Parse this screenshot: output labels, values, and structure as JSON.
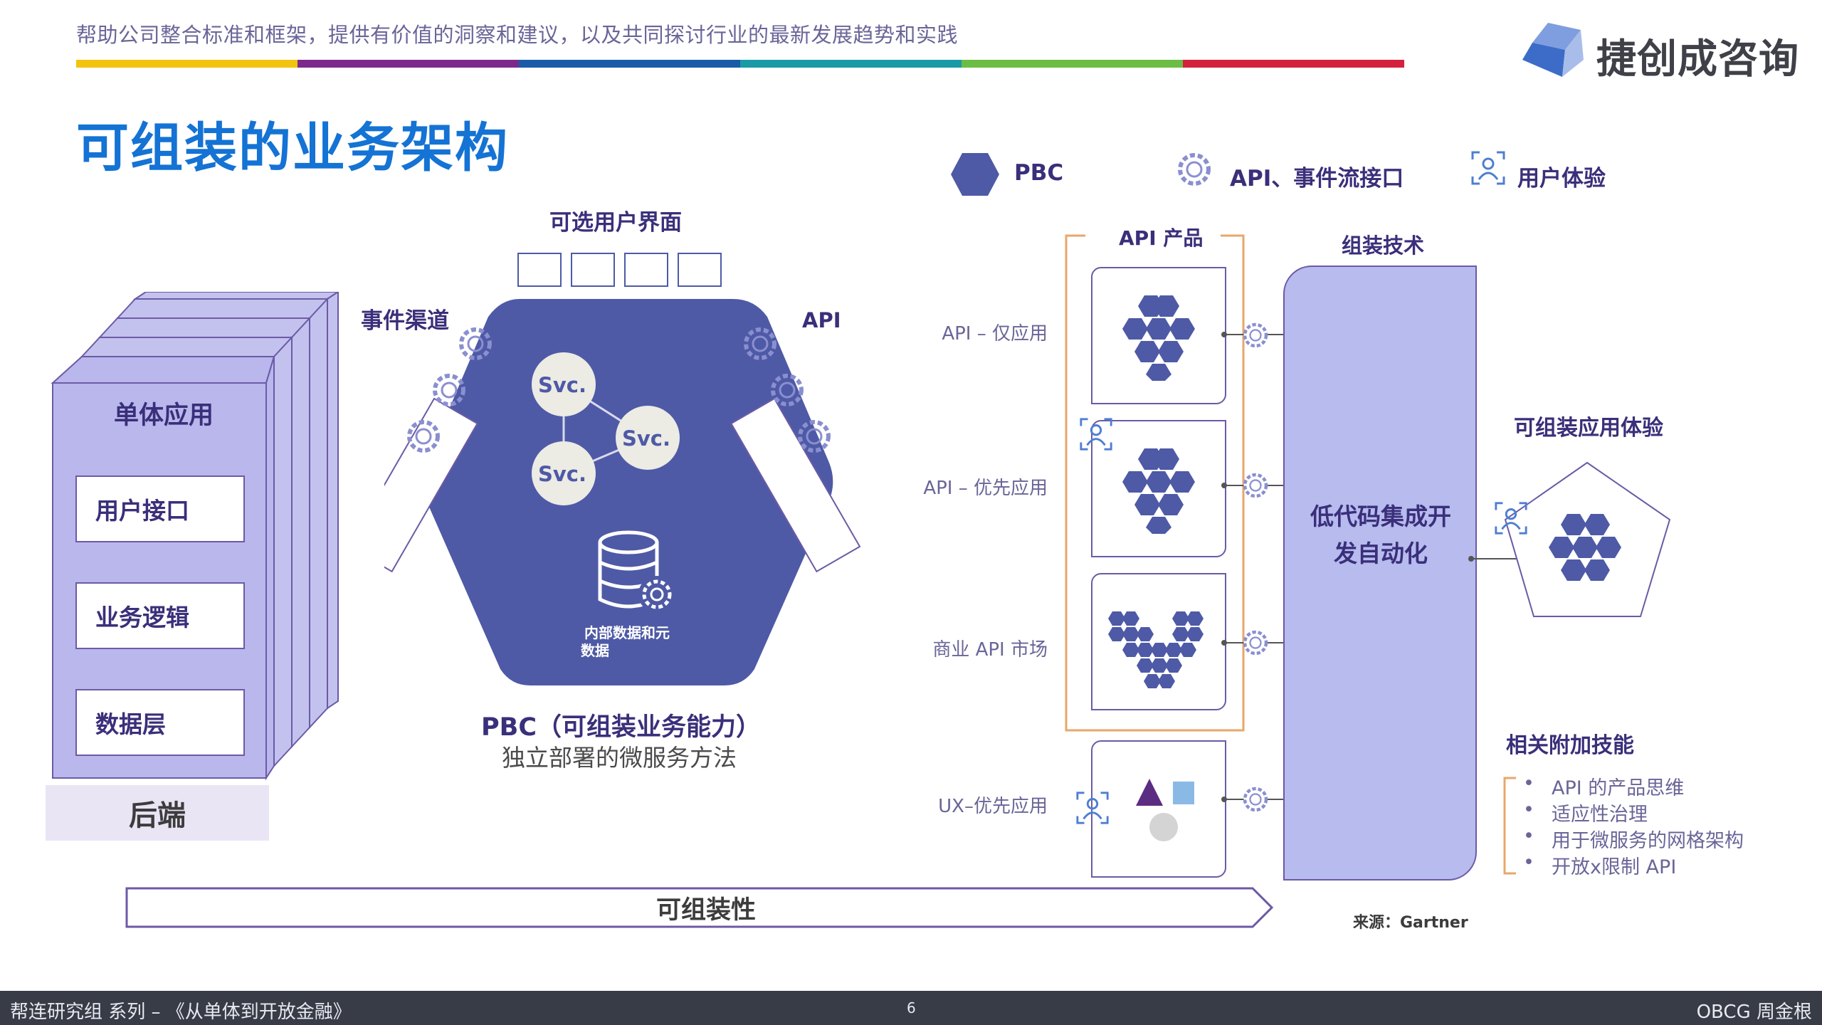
{
  "header": {
    "tagline": "帮助公司整合标准和框架，提供有价值的洞察和建议，以及共同探讨行业的最新发展趋势和实践",
    "color_bar": [
      "#f1c40f",
      "#7b2a8b",
      "#1a5ba8",
      "#1a9aa6",
      "#6cbd45",
      "#d4213d"
    ],
    "logo_text": "捷创成咨询"
  },
  "title": "可组装的业务架构",
  "monolith": {
    "label": "单体应用",
    "layers": [
      "用户接口",
      "业务逻辑",
      "数据层"
    ],
    "backend_label": "后端"
  },
  "pbc_diagram": {
    "ui_label": "可选用户界面",
    "event_label": "事件渠道",
    "api_label": "API",
    "svc_labels": [
      "Svc.",
      "Svc.",
      "Svc."
    ],
    "data_label_line1": "内部数据和元",
    "data_label_line2": "数据",
    "title": "PBC（可组装业务能力）",
    "subtitle": "独立部署的微服务方法"
  },
  "legend": {
    "pbc": "PBC",
    "api": "API、事件流接口",
    "ux": "用户体验"
  },
  "api_products": {
    "label": "API 产品",
    "rows": [
      "API – 仅应用",
      "API – 优先应用",
      "商业 API 市场"
    ],
    "ux_row": "UX–优先应用"
  },
  "assembly": {
    "label": "组装技术",
    "lowcode_line1": "低代码集成开",
    "lowcode_line2": "发自动化"
  },
  "composable_experience": "可组装应用体验",
  "skills": {
    "title": "相关附加技能",
    "items": [
      "API 的产品思维",
      "适应性治理",
      "用于微服务的网格架构",
      "开放x限制 API"
    ]
  },
  "composability_arrow": "可组装性",
  "source": "来源：Gartner",
  "footer": {
    "left": "帮连研究组 系列 – 《从单体到开放金融》",
    "page": "6",
    "right": "OBCG 周金根"
  },
  "colors": {
    "navy": "#4e5aa6",
    "lavender": "#b7bbee",
    "purple": "#6c5aa6",
    "orange": "#e8a76b",
    "title_blue": "#1473d4"
  }
}
